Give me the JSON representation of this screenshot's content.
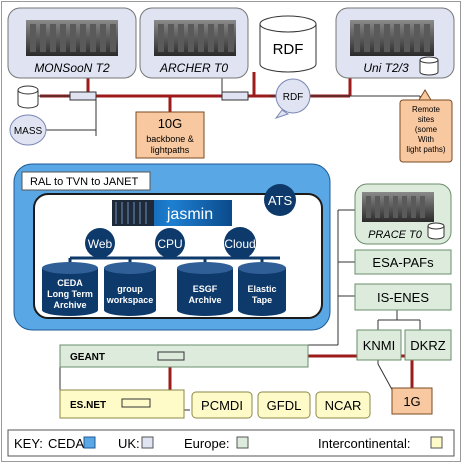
{
  "sites": {
    "monsoon": "MONSooN T2",
    "archer": "ARCHER T0",
    "rdf_big": "RDF",
    "rdf_small": "RDF",
    "uni": "Uni T2/3",
    "mass": "MASS",
    "prace": "PRACE T0"
  },
  "backbone": {
    "line1": "10G",
    "line2": "backbone &",
    "line3": "lightpaths"
  },
  "remote": {
    "line1": "Remote",
    "line2": "sites",
    "line3": "(some",
    "line4": "With",
    "line5": "light paths)"
  },
  "ral": {
    "title": "RAL to TVN to JANET",
    "ats": "ATS",
    "jasmin": "jasmin",
    "web": "Web",
    "cpu": "CPU",
    "cloud": "Cloud"
  },
  "archives": {
    "ceda": {
      "l1": "CEDA",
      "l2": "Long Term",
      "l3": "Archive"
    },
    "group": {
      "l1": "group",
      "l2": "workspace"
    },
    "esgf": {
      "l1": "ESGF",
      "l2": "Archive"
    },
    "elastic": {
      "l1": "Elastic",
      "l2": "Tape"
    }
  },
  "europe": {
    "esa": "ESA-PAFs",
    "isenes": "IS-ENES",
    "knmi": "KNMI",
    "dkrz": "DKRZ"
  },
  "network": {
    "geant": "GEANT",
    "esnet": "ES.NET",
    "link_1g": "1G"
  },
  "intl": {
    "pcmdi": "PCMDI",
    "gfdl": "GFDL",
    "ncar": "NCAR"
  },
  "key": {
    "title": "KEY:",
    "ceda": "CEDA:",
    "uk": "UK:",
    "europe": "Europe:",
    "intercontinental": "Intercontinental:"
  },
  "colors": {
    "ceda": "#5aa7e6",
    "uk": "#dfe3f2",
    "europe": "#dcebdc",
    "intercontinental": "#fffbc8",
    "backbone": "#f8c8a0",
    "link": "#9e1b1b",
    "navy": "#0d3a6b"
  }
}
